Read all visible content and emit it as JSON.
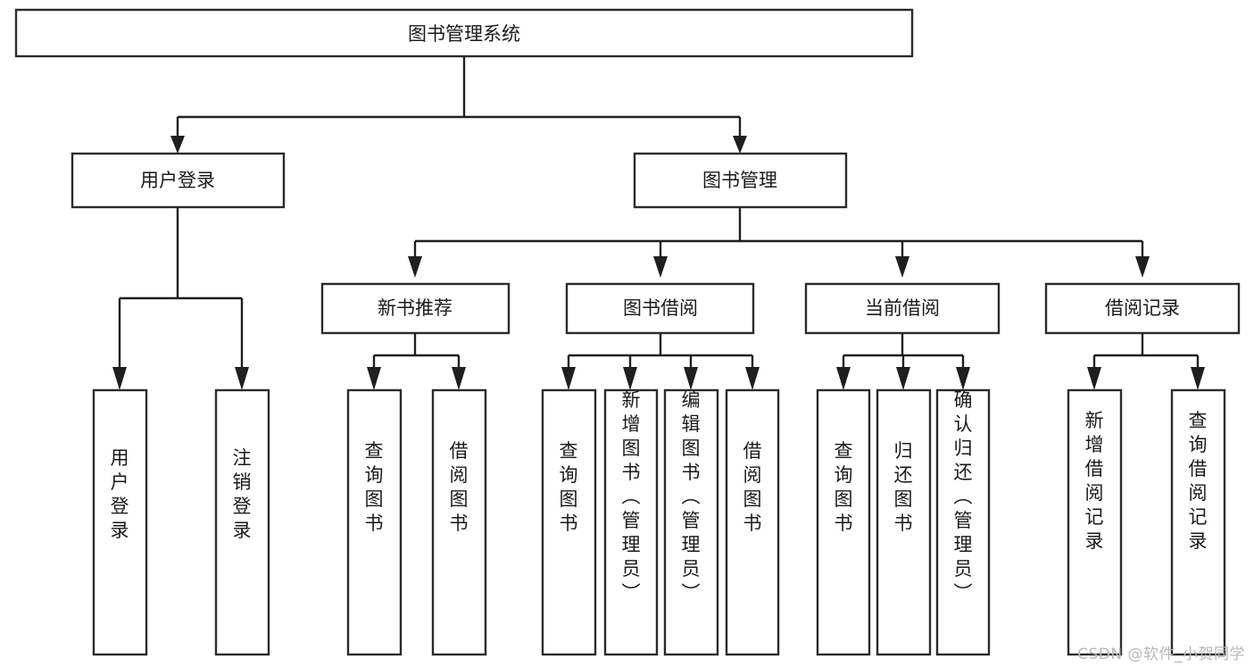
{
  "diagram": {
    "type": "tree",
    "title": "图书管理系统",
    "watermark": "CSDN @软件_小贺同学",
    "colors": {
      "box_stroke": "#2b2b2b",
      "box_fill": "#ffffff",
      "connector": "#1f1f1f",
      "label": "#1a1a1a",
      "watermark": "#b8b8b8",
      "background": "#ffffff"
    },
    "root": {
      "label": "图书管理系统",
      "orientation": "horizontal"
    },
    "level1": [
      {
        "label": "用户登录",
        "orientation": "horizontal"
      },
      {
        "label": "图书管理",
        "orientation": "horizontal"
      }
    ],
    "level2": [
      {
        "label": "新书推荐",
        "orientation": "horizontal",
        "parent": "图书管理"
      },
      {
        "label": "图书借阅",
        "orientation": "horizontal",
        "parent": "图书管理"
      },
      {
        "label": "当前借阅",
        "orientation": "horizontal",
        "parent": "图书管理"
      },
      {
        "label": "借阅记录",
        "orientation": "horizontal",
        "parent": "图书管理"
      }
    ],
    "leaves": [
      {
        "label": "用户登录",
        "parent": "用户登录",
        "orientation": "vertical"
      },
      {
        "label": "注销登录",
        "parent": "用户登录",
        "orientation": "vertical"
      },
      {
        "label": "查询图书",
        "parent": "新书推荐",
        "orientation": "vertical"
      },
      {
        "label": "借阅图书",
        "parent": "新书推荐",
        "orientation": "vertical"
      },
      {
        "label": "查询图书",
        "parent": "图书借阅",
        "orientation": "vertical"
      },
      {
        "label": "新增图书（管理员）",
        "parent": "图书借阅",
        "orientation": "vertical"
      },
      {
        "label": "编辑图书（管理员）",
        "parent": "图书借阅",
        "orientation": "vertical"
      },
      {
        "label": "借阅图书",
        "parent": "图书借阅",
        "orientation": "vertical"
      },
      {
        "label": "查询图书",
        "parent": "当前借阅",
        "orientation": "vertical"
      },
      {
        "label": "归还图书",
        "parent": "当前借阅",
        "orientation": "vertical"
      },
      {
        "label": "确认归还（管理员）",
        "parent": "当前借阅",
        "orientation": "vertical"
      },
      {
        "label": "新增借阅记录",
        "parent": "借阅记录",
        "orientation": "vertical"
      },
      {
        "label": "查询借阅记录",
        "parent": "借阅记录",
        "orientation": "vertical"
      }
    ]
  }
}
